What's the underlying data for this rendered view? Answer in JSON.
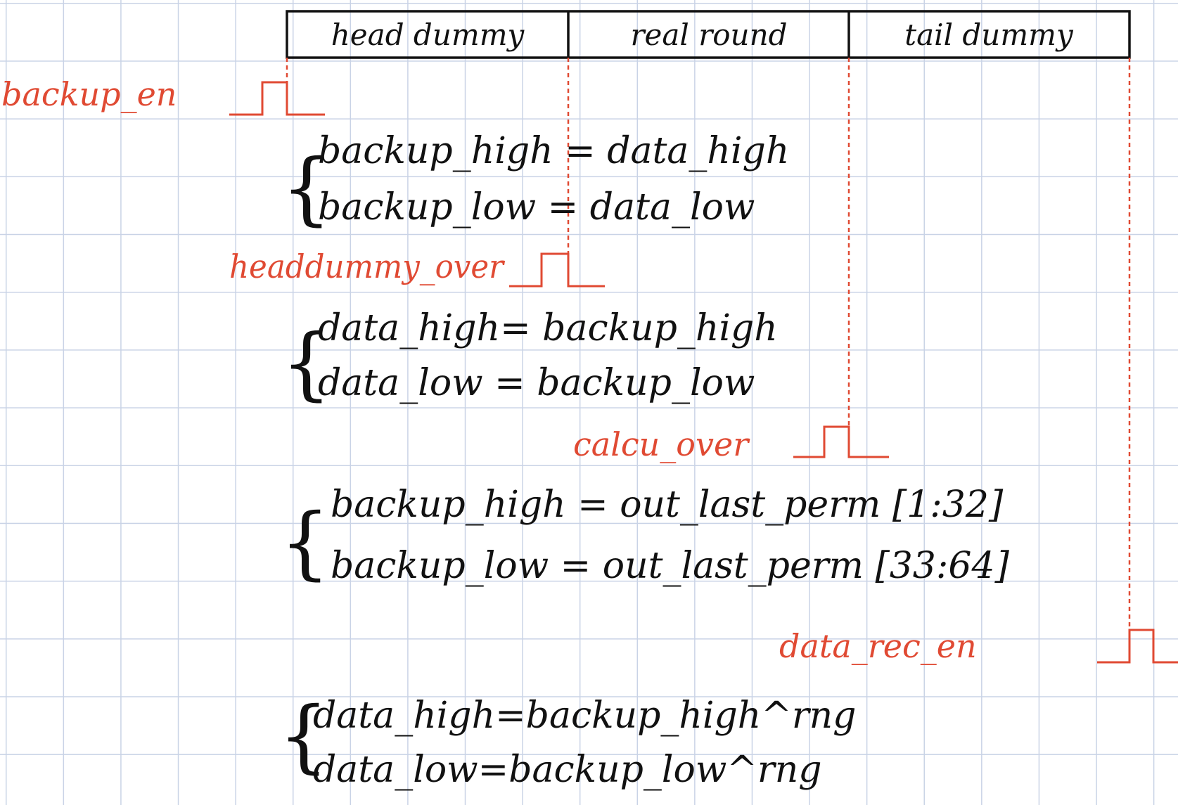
{
  "header": {
    "segments": [
      "head dummy",
      "real round",
      "tail dummy"
    ]
  },
  "signals": {
    "backup_en": "backup_en",
    "headdummy_over": "headdummy_over",
    "calcu_over": "calcu_over",
    "data_rec_en": "data_rec_en"
  },
  "assignments": {
    "group1": [
      "backup_high = data_high",
      "backup_low = data_low"
    ],
    "group2": [
      "data_high= backup_high",
      "data_low = backup_low"
    ],
    "group3": [
      "backup_high = out_last_perm [1:32]",
      "backup_low = out_last_perm [33:64]"
    ],
    "group4": [
      "data_high=backup_high^rng",
      "data_low=backup_low^rng"
    ]
  },
  "colors": {
    "ink": "#111111",
    "signal": "#e04a33",
    "grid": "#c9d3e6"
  }
}
